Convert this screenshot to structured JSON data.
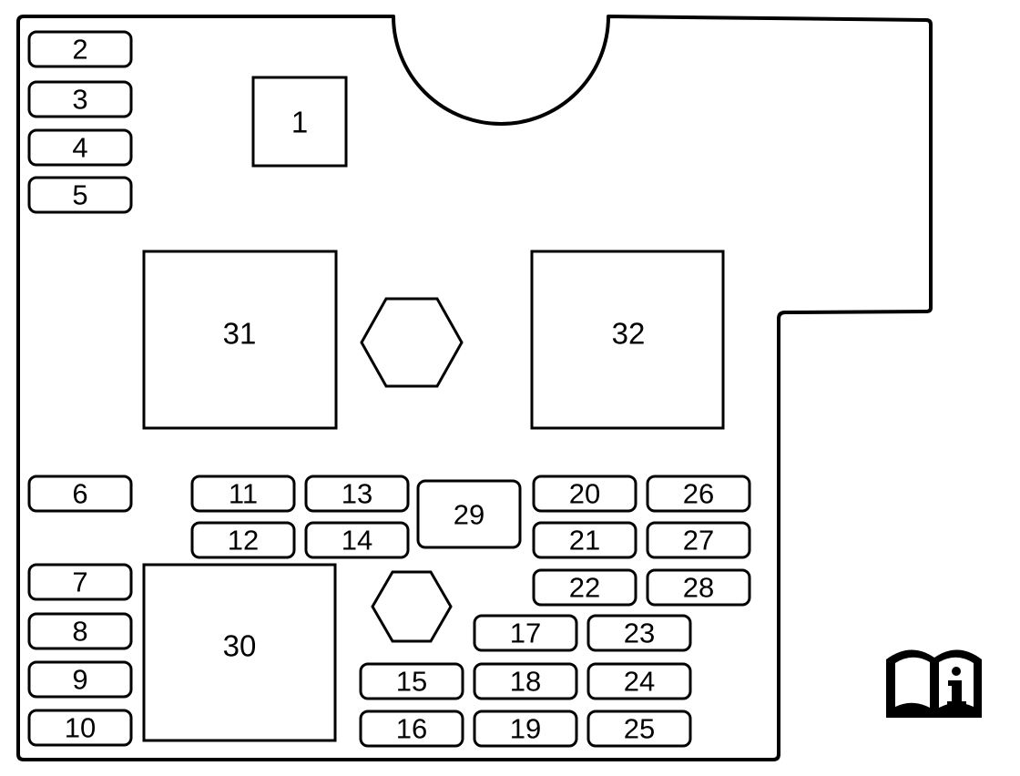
{
  "fuse_block": {
    "positions": {
      "p1": "1",
      "p2": "2",
      "p3": "3",
      "p4": "4",
      "p5": "5",
      "p6": "6",
      "p7": "7",
      "p8": "8",
      "p9": "9",
      "p10": "10",
      "p11": "11",
      "p12": "12",
      "p13": "13",
      "p14": "14",
      "p15": "15",
      "p16": "16",
      "p17": "17",
      "p18": "18",
      "p19": "19",
      "p20": "20",
      "p21": "21",
      "p22": "22",
      "p23": "23",
      "p24": "24",
      "p25": "25",
      "p26": "26",
      "p27": "27",
      "p28": "28",
      "p29": "29",
      "p30": "30",
      "p31": "31",
      "p32": "32"
    }
  },
  "info_icon": "book-info-icon",
  "colors": {
    "line": "#000000",
    "background": "#ffffff"
  }
}
